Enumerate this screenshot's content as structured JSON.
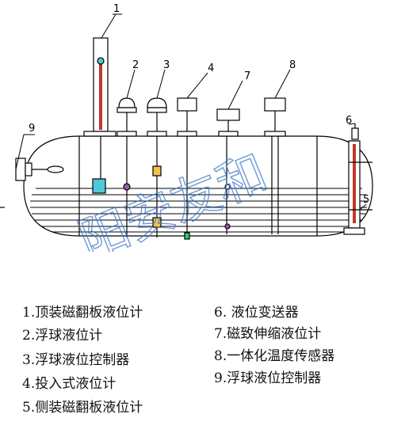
{
  "callouts": [
    "1",
    "2",
    "3",
    "4",
    "5",
    "6",
    "7",
    "8",
    "9"
  ],
  "legend": {
    "left": [
      "1.顶装磁翻板液位计",
      "2.浮球液位计",
      "3.浮球液位控制器",
      "4.投入式液位计",
      "5.侧装磁翻板液位计"
    ],
    "right": [
      "6. 液位变送器",
      "7.磁致伸缩液位计",
      "8.一体化温度传感器",
      "9.浮球液位控制器"
    ]
  },
  "watermark": "阳安友和",
  "colors": {
    "line": "#000000",
    "tube_red": "#c0392b",
    "float_cyan": "#4fc9d9",
    "yellow_float": "#f2c14e",
    "purple_dot": "#9b59b6",
    "green_probe": "#2ecc71",
    "watermark": "#3b78c7"
  }
}
